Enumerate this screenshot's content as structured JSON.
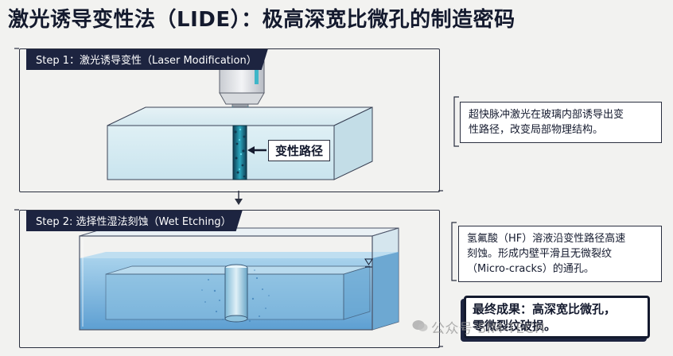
{
  "title": "激光诱导变性法（LIDE）：极高深宽比微孔的制造密码",
  "step1": {
    "tab": "Step 1：激光诱导变性（Laser Modification）",
    "path_label": "变性路径",
    "note_line1": "超快脉冲激光在玻璃内部诱导出变",
    "note_line2": "性路径，改变局部物理结构。"
  },
  "step2": {
    "tab": "Step 2: 选择性湿法刻蚀（Wet Etching）",
    "note_line1": "氢氟酸（HF）溶液沿变性路径高速",
    "note_line2": "刻蚀。形成内壁平滑且无微裂纹",
    "note_line3": "（Micro-cracks）的通孔。"
  },
  "result": {
    "line1": "最终成果：高深宽比微孔，",
    "line2": "零微裂纹破损。"
  },
  "watermark": "公众号·SIM-TECH",
  "colors": {
    "navy": "#1d2440",
    "glass": "#cfe7ef",
    "liquid": "#6fb1dc",
    "laser": "#3fc8d8"
  }
}
